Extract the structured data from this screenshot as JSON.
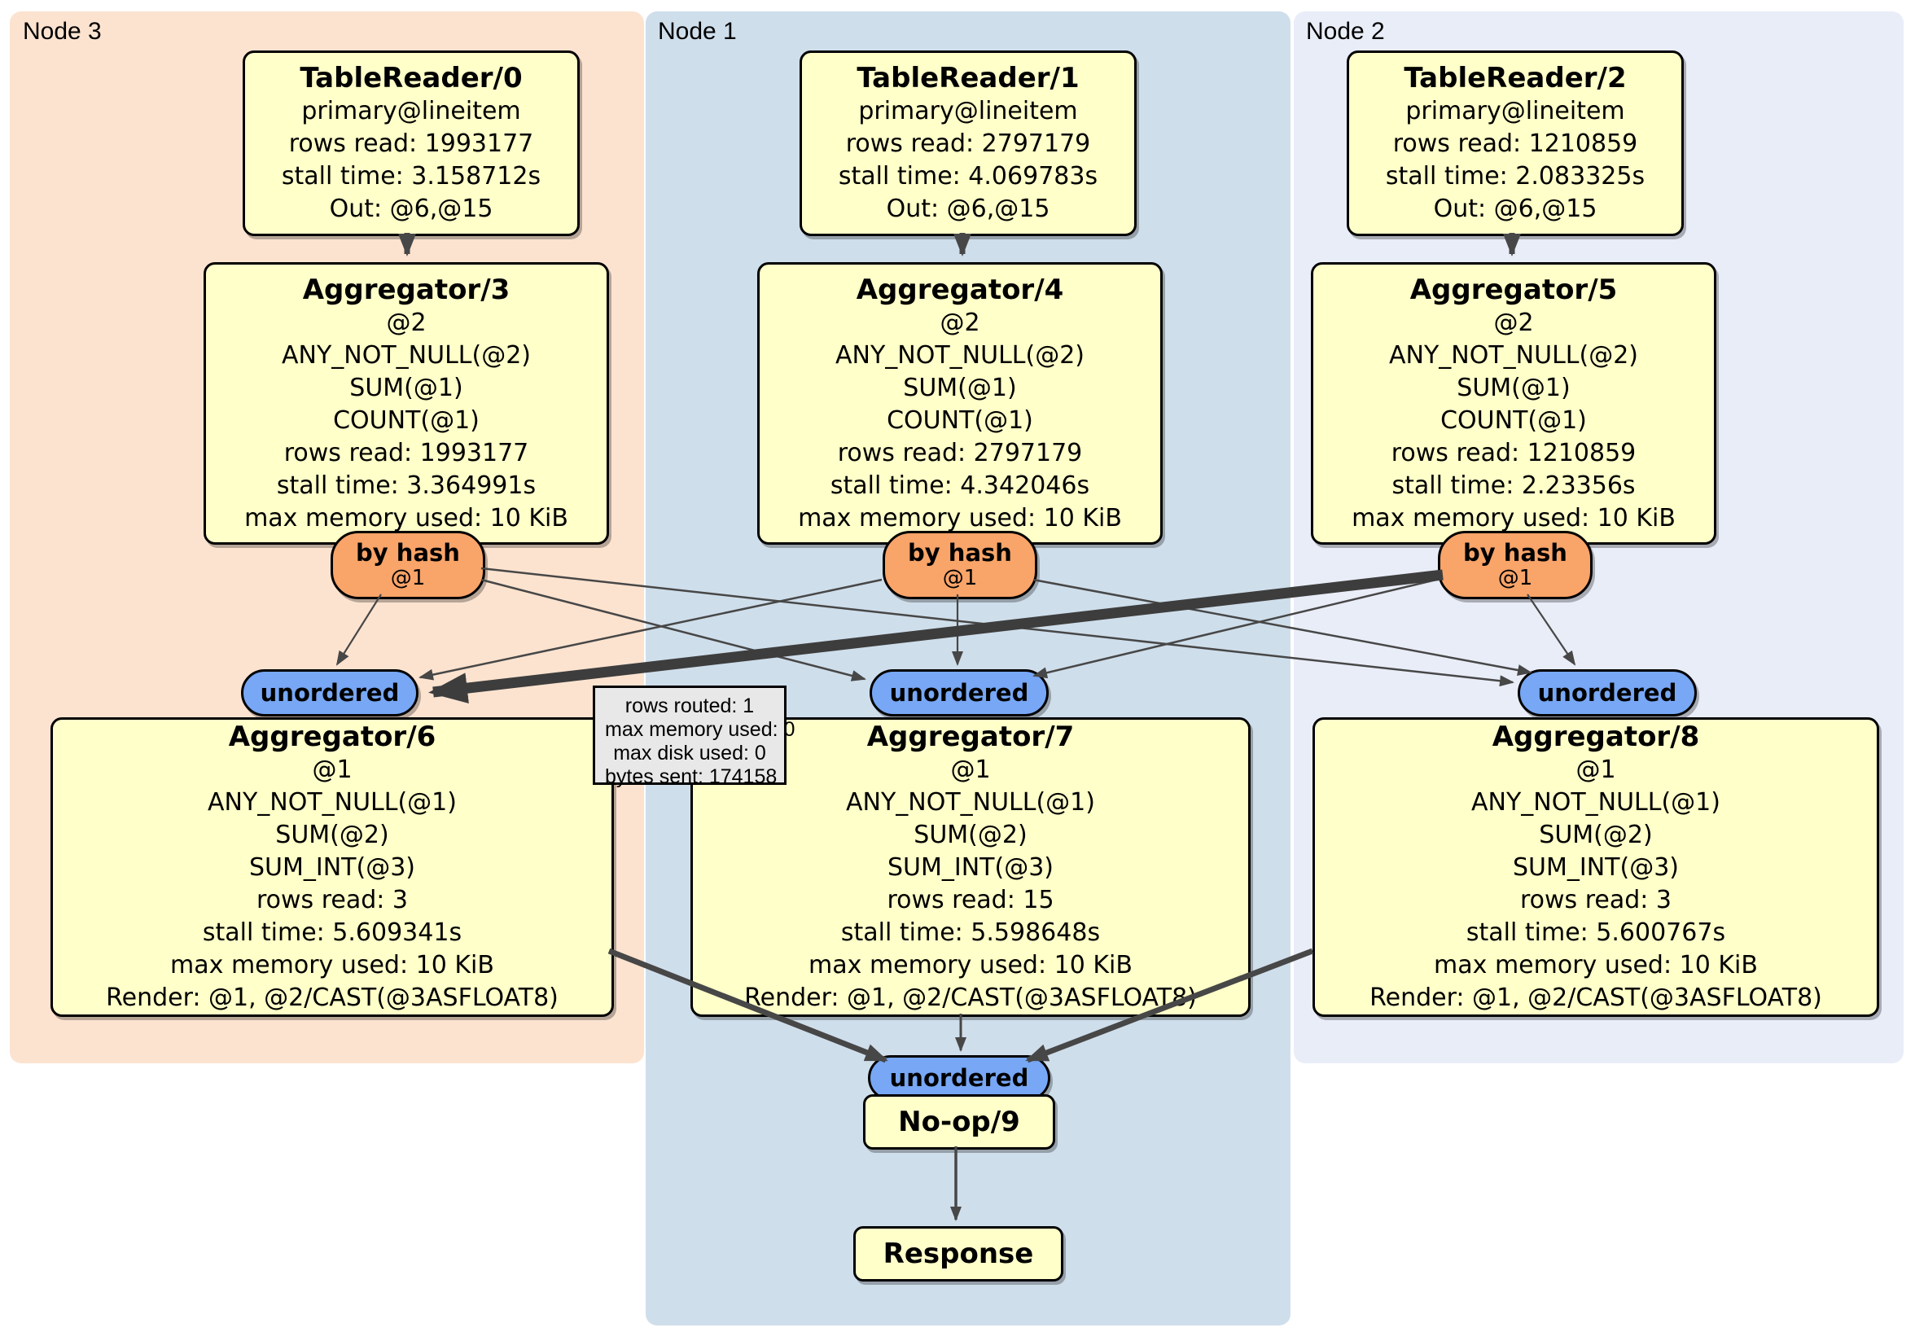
{
  "groups": {
    "node3": {
      "label": "Node 3"
    },
    "node1": {
      "label": "Node 1"
    },
    "node2": {
      "label": "Node 2"
    }
  },
  "processors": {
    "tr0": {
      "title": "TableReader/0",
      "lines": [
        "primary@lineitem",
        "rows read: 1993177",
        "stall time: 3.158712s",
        "Out: @6,@15"
      ]
    },
    "tr1": {
      "title": "TableReader/1",
      "lines": [
        "primary@lineitem",
        "rows read: 2797179",
        "stall time: 4.069783s",
        "Out: @6,@15"
      ]
    },
    "tr2": {
      "title": "TableReader/2",
      "lines": [
        "primary@lineitem",
        "rows read: 1210859",
        "stall time: 2.083325s",
        "Out: @6,@15"
      ]
    },
    "agg3": {
      "title": "Aggregator/3",
      "lines": [
        "@2",
        "ANY_NOT_NULL(@2)",
        "SUM(@1)",
        "COUNT(@1)",
        "rows read: 1993177",
        "stall time: 3.364991s",
        "max memory used: 10 KiB"
      ]
    },
    "agg4": {
      "title": "Aggregator/4",
      "lines": [
        "@2",
        "ANY_NOT_NULL(@2)",
        "SUM(@1)",
        "COUNT(@1)",
        "rows read: 2797179",
        "stall time: 4.342046s",
        "max memory used: 10 KiB"
      ]
    },
    "agg5": {
      "title": "Aggregator/5",
      "lines": [
        "@2",
        "ANY_NOT_NULL(@2)",
        "SUM(@1)",
        "COUNT(@1)",
        "rows read: 1210859",
        "stall time: 2.23356s",
        "max memory used: 10 KiB"
      ]
    },
    "agg6": {
      "title": "Aggregator/6",
      "lines": [
        "@1",
        "ANY_NOT_NULL(@1)",
        "SUM(@2)",
        "SUM_INT(@3)",
        "rows read: 3",
        "stall time: 5.609341s",
        "max memory used: 10 KiB",
        "Render: @1, @2/CAST(@3ASFLOAT8)"
      ]
    },
    "agg7": {
      "title": "Aggregator/7",
      "lines": [
        "@1",
        "ANY_NOT_NULL(@1)",
        "SUM(@2)",
        "SUM_INT(@3)",
        "rows read: 15",
        "stall time: 5.598648s",
        "max memory used: 10 KiB",
        "Render: @1, @2/CAST(@3ASFLOAT8)"
      ]
    },
    "agg8": {
      "title": "Aggregator/8",
      "lines": [
        "@1",
        "ANY_NOT_NULL(@1)",
        "SUM(@2)",
        "SUM_INT(@3)",
        "rows read: 3",
        "stall time: 5.600767s",
        "max memory used: 10 KiB",
        "Render: @1, @2/CAST(@3ASFLOAT8)"
      ]
    },
    "noop": {
      "title": "No-op/9"
    },
    "resp": {
      "title": "Response"
    }
  },
  "router": {
    "label": "by hash",
    "key": "@1"
  },
  "stream": {
    "label": "unordered"
  },
  "tooltip": {
    "lines": [
      "rows routed: 1",
      "max memory used: 0",
      "max disk used: 0",
      "bytes sent: 174158"
    ]
  },
  "colors": {
    "node3_bg": "#fce3d0",
    "node1_bg": "#cfdeeb",
    "node2_bg": "#e9edf8",
    "box_bg": "#ffffc9",
    "router_bg": "#f9a469",
    "stream_bg": "#77a7f5",
    "tooltip_bg": "#e8e8e8",
    "edge": "#474747"
  }
}
